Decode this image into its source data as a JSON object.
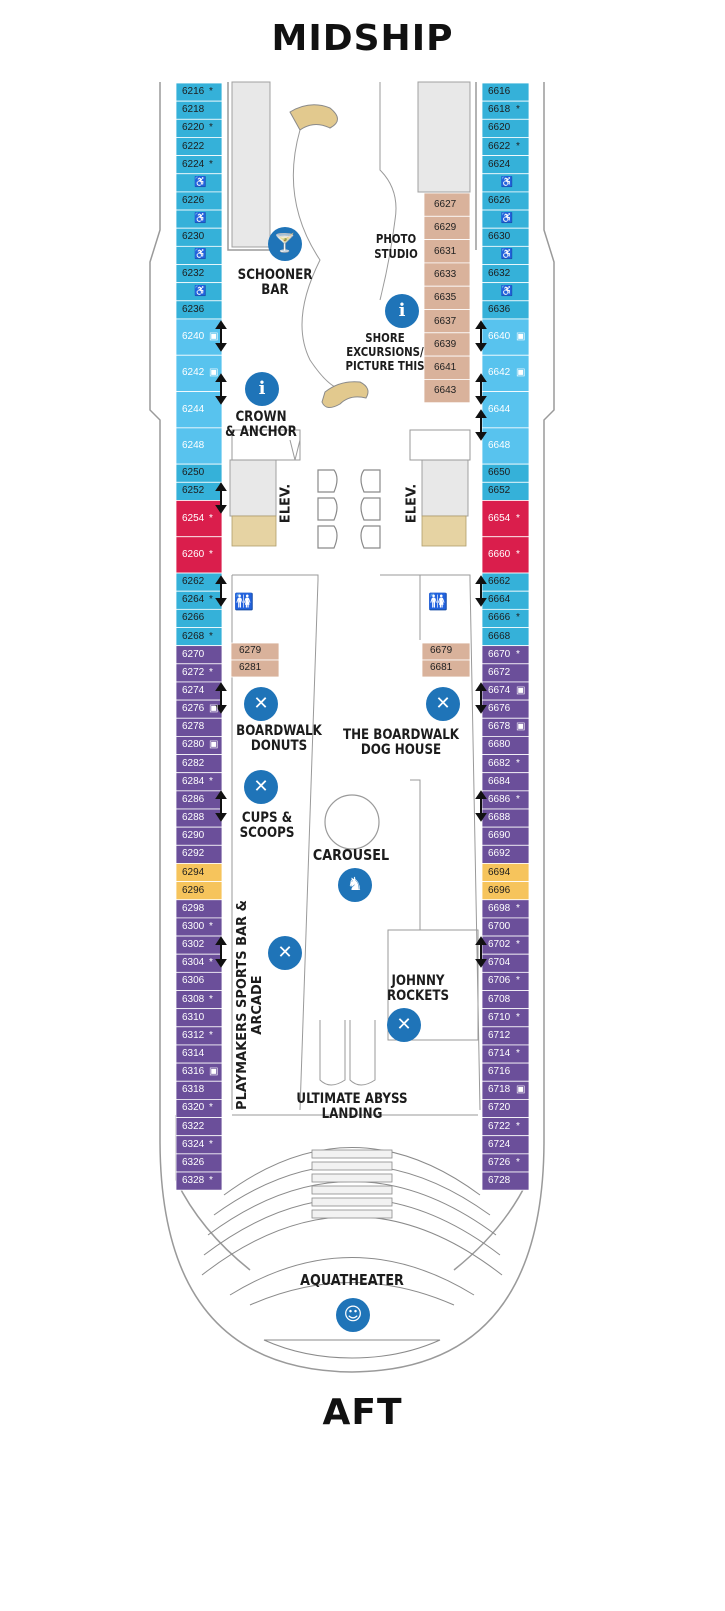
{
  "headings": {
    "top": "MIDSHIP",
    "bottom": "AFT"
  },
  "colors": {
    "blue": "#35b1d9",
    "light_blue": "#58c3ee",
    "red": "#da1e4c",
    "purple": "#6b4f9a",
    "yellow": "#f6c45c",
    "tan": "#d9b29b",
    "outline": "#9a9a9a",
    "icon_blue": "#1f74b8"
  },
  "left_column": [
    {
      "num": "6216",
      "color": "blue",
      "mark": "*"
    },
    {
      "num": "6218",
      "color": "blue",
      "mark": ""
    },
    {
      "num": "6220",
      "color": "blue",
      "mark": "*"
    },
    {
      "num": "6222",
      "color": "blue",
      "mark": ""
    },
    {
      "num": "6224",
      "color": "blue",
      "mark": "*"
    },
    {
      "num": "",
      "color": "blue",
      "mark": "accessible"
    },
    {
      "num": "6226",
      "color": "blue",
      "mark": ""
    },
    {
      "num": "",
      "color": "blue",
      "mark": "accessible"
    },
    {
      "num": "6230",
      "color": "blue",
      "mark": ""
    },
    {
      "num": "",
      "color": "blue",
      "mark": "accessible"
    },
    {
      "num": "6232",
      "color": "blue",
      "mark": ""
    },
    {
      "num": "",
      "color": "blue",
      "mark": "accessible"
    },
    {
      "num": "6236",
      "color": "blue",
      "mark": ""
    },
    {
      "num": "6240",
      "color": "light_blue",
      "mark": "sofa",
      "h": 2
    },
    {
      "num": "6242",
      "color": "light_blue",
      "mark": "sofa",
      "h": 2
    },
    {
      "num": "6244",
      "color": "light_blue",
      "mark": "",
      "h": 2
    },
    {
      "num": "6248",
      "color": "light_blue",
      "mark": "",
      "h": 2
    },
    {
      "num": "6250",
      "color": "blue",
      "mark": ""
    },
    {
      "num": "6252",
      "color": "blue",
      "mark": ""
    },
    {
      "num": "6254",
      "color": "red",
      "mark": "*",
      "h": 2
    },
    {
      "num": "6260",
      "color": "red",
      "mark": "*",
      "h": 2
    },
    {
      "num": "6262",
      "color": "blue",
      "mark": ""
    },
    {
      "num": "6264",
      "color": "blue",
      "mark": "*"
    },
    {
      "num": "6266",
      "color": "blue",
      "mark": ""
    },
    {
      "num": "6268",
      "color": "blue",
      "mark": "*"
    },
    {
      "num": "6270",
      "color": "purple",
      "mark": ""
    },
    {
      "num": "6272",
      "color": "purple",
      "mark": "*"
    },
    {
      "num": "6274",
      "color": "purple",
      "mark": ""
    },
    {
      "num": "6276",
      "color": "purple",
      "mark": "sofa"
    },
    {
      "num": "6278",
      "color": "purple",
      "mark": ""
    },
    {
      "num": "6280",
      "color": "purple",
      "mark": "sofa"
    },
    {
      "num": "6282",
      "color": "purple",
      "mark": ""
    },
    {
      "num": "6284",
      "color": "purple",
      "mark": "*"
    },
    {
      "num": "6286",
      "color": "purple",
      "mark": ""
    },
    {
      "num": "6288",
      "color": "purple",
      "mark": ""
    },
    {
      "num": "6290",
      "color": "purple",
      "mark": ""
    },
    {
      "num": "6292",
      "color": "purple",
      "mark": ""
    },
    {
      "num": "6294",
      "color": "yellow",
      "mark": ""
    },
    {
      "num": "6296",
      "color": "yellow",
      "mark": ""
    },
    {
      "num": "6298",
      "color": "purple",
      "mark": ""
    },
    {
      "num": "6300",
      "color": "purple",
      "mark": "*"
    },
    {
      "num": "6302",
      "color": "purple",
      "mark": ""
    },
    {
      "num": "6304",
      "color": "purple",
      "mark": "*"
    },
    {
      "num": "6306",
      "color": "purple",
      "mark": ""
    },
    {
      "num": "6308",
      "color": "purple",
      "mark": "*"
    },
    {
      "num": "6310",
      "color": "purple",
      "mark": ""
    },
    {
      "num": "6312",
      "color": "purple",
      "mark": "*"
    },
    {
      "num": "6314",
      "color": "purple",
      "mark": ""
    },
    {
      "num": "6316",
      "color": "purple",
      "mark": "sofa"
    },
    {
      "num": "6318",
      "color": "purple",
      "mark": ""
    },
    {
      "num": "6320",
      "color": "purple",
      "mark": "*"
    },
    {
      "num": "6322",
      "color": "purple",
      "mark": ""
    },
    {
      "num": "6324",
      "color": "purple",
      "mark": "*"
    },
    {
      "num": "6326",
      "color": "purple",
      "mark": ""
    },
    {
      "num": "6328",
      "color": "purple",
      "mark": "*"
    }
  ],
  "right_column": [
    {
      "num": "6616",
      "color": "blue",
      "mark": ""
    },
    {
      "num": "6618",
      "color": "blue",
      "mark": "*"
    },
    {
      "num": "6620",
      "color": "blue",
      "mark": ""
    },
    {
      "num": "6622",
      "color": "blue",
      "mark": "*"
    },
    {
      "num": "6624",
      "color": "blue",
      "mark": ""
    },
    {
      "num": "",
      "color": "blue",
      "mark": "accessible"
    },
    {
      "num": "6626",
      "color": "blue",
      "mark": ""
    },
    {
      "num": "",
      "color": "blue",
      "mark": "accessible"
    },
    {
      "num": "6630",
      "color": "blue",
      "mark": ""
    },
    {
      "num": "",
      "color": "blue",
      "mark": "accessible"
    },
    {
      "num": "6632",
      "color": "blue",
      "mark": ""
    },
    {
      "num": "",
      "color": "blue",
      "mark": "accessible"
    },
    {
      "num": "6636",
      "color": "blue",
      "mark": ""
    },
    {
      "num": "6640",
      "color": "light_blue",
      "mark": "sofa",
      "h": 2
    },
    {
      "num": "6642",
      "color": "light_blue",
      "mark": "sofa",
      "h": 2
    },
    {
      "num": "6644",
      "color": "light_blue",
      "mark": "",
      "h": 2
    },
    {
      "num": "6648",
      "color": "light_blue",
      "mark": "",
      "h": 2
    },
    {
      "num": "6650",
      "color": "blue",
      "mark": ""
    },
    {
      "num": "6652",
      "color": "blue",
      "mark": ""
    },
    {
      "num": "6654",
      "color": "red",
      "mark": "*",
      "h": 2
    },
    {
      "num": "6660",
      "color": "red",
      "mark": "*",
      "h": 2
    },
    {
      "num": "6662",
      "color": "blue",
      "mark": ""
    },
    {
      "num": "6664",
      "color": "blue",
      "mark": ""
    },
    {
      "num": "6666",
      "color": "blue",
      "mark": "*"
    },
    {
      "num": "6668",
      "color": "blue",
      "mark": ""
    },
    {
      "num": "6670",
      "color": "purple",
      "mark": "*"
    },
    {
      "num": "6672",
      "color": "purple",
      "mark": ""
    },
    {
      "num": "6674",
      "color": "purple",
      "mark": "sofa"
    },
    {
      "num": "6676",
      "color": "purple",
      "mark": ""
    },
    {
      "num": "6678",
      "color": "purple",
      "mark": "sofa"
    },
    {
      "num": "6680",
      "color": "purple",
      "mark": ""
    },
    {
      "num": "6682",
      "color": "purple",
      "mark": "*"
    },
    {
      "num": "6684",
      "color": "purple",
      "mark": ""
    },
    {
      "num": "6686",
      "color": "purple",
      "mark": "*"
    },
    {
      "num": "6688",
      "color": "purple",
      "mark": ""
    },
    {
      "num": "6690",
      "color": "purple",
      "mark": ""
    },
    {
      "num": "6692",
      "color": "purple",
      "mark": ""
    },
    {
      "num": "6694",
      "color": "yellow",
      "mark": ""
    },
    {
      "num": "6696",
      "color": "yellow",
      "mark": ""
    },
    {
      "num": "6698",
      "color": "purple",
      "mark": "*"
    },
    {
      "num": "6700",
      "color": "purple",
      "mark": ""
    },
    {
      "num": "6702",
      "color": "purple",
      "mark": "*"
    },
    {
      "num": "6704",
      "color": "purple",
      "mark": ""
    },
    {
      "num": "6706",
      "color": "purple",
      "mark": "*"
    },
    {
      "num": "6708",
      "color": "purple",
      "mark": ""
    },
    {
      "num": "6710",
      "color": "purple",
      "mark": "*"
    },
    {
      "num": "6712",
      "color": "purple",
      "mark": ""
    },
    {
      "num": "6714",
      "color": "purple",
      "mark": "*"
    },
    {
      "num": "6716",
      "color": "purple",
      "mark": ""
    },
    {
      "num": "6718",
      "color": "purple",
      "mark": "sofa"
    },
    {
      "num": "6720",
      "color": "purple",
      "mark": ""
    },
    {
      "num": "6722",
      "color": "purple",
      "mark": "*"
    },
    {
      "num": "6724",
      "color": "purple",
      "mark": ""
    },
    {
      "num": "6726",
      "color": "purple",
      "mark": "*"
    },
    {
      "num": "6728",
      "color": "purple",
      "mark": ""
    }
  ],
  "inner_right_cabins": [
    "6627",
    "6629",
    "6631",
    "6633",
    "6635",
    "6637",
    "6639",
    "6641",
    "6643"
  ],
  "inner_left_pair": [
    "6279",
    "6281"
  ],
  "inner_right_pair": [
    "6679",
    "6681"
  ],
  "labels": {
    "schooner": [
      "SCHOONER",
      "BAR"
    ],
    "photo": [
      "PHOTO",
      "STUDIO"
    ],
    "shore": [
      "SHORE",
      "EXCURSIONS/",
      "PICTURE THIS"
    ],
    "crown": [
      "CROWN",
      "& ANCHOR"
    ],
    "elev_left": "ELEV.",
    "elev_right": "ELEV.",
    "boardwalk_donuts": [
      "BOARDWALK",
      "DONUTS"
    ],
    "dog_house": [
      "THE BOARDWALK",
      "DOG HOUSE"
    ],
    "cups": [
      "CUPS &",
      "SCOOPS"
    ],
    "carousel": "CAROUSEL",
    "playmakers": "PLAYMAKERS SPORTS BAR & ARCADE",
    "johnny": [
      "JOHNNY",
      "ROCKETS"
    ],
    "abyss": [
      "ULTIMATE ABYSS",
      "LANDING"
    ],
    "aquatheater": "AQUATHEATER"
  },
  "icons": {
    "cocktail": "cocktail-icon",
    "info": "info-icon",
    "dining": "dining-icon",
    "carousel": "carousel-icon",
    "theater": "theater-masks-icon",
    "restroom": "restroom-icon",
    "accessible": "wheelchair-icon",
    "sofa": "sofa-bed-icon",
    "connecting": "connecting-arrow-icon"
  },
  "glyphs": {
    "star": "*",
    "accessible": "♿",
    "sofa": "▣",
    "cocktail": "🍸",
    "info": "i",
    "dining": "✕",
    "carousel": "♞",
    "theater": "☺",
    "restroom": "🚻"
  }
}
